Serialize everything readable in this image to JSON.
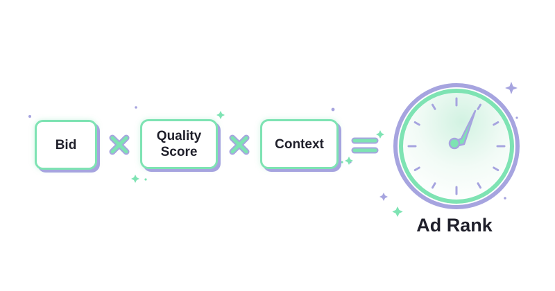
{
  "formula": {
    "terms": [
      {
        "id": "bid",
        "lines": [
          "Bid"
        ]
      },
      {
        "id": "quality-score",
        "lines": [
          "Quality",
          "Score"
        ]
      },
      {
        "id": "context",
        "lines": [
          "Context"
        ]
      }
    ],
    "operators": [
      "multiply",
      "multiply",
      "equals"
    ],
    "result": {
      "label": "Ad Rank",
      "icon": "speedometer-gauge-icon"
    }
  },
  "colors": {
    "mint": "#7ee3b3",
    "lavender": "#a6a4df",
    "text": "#1f1f2a",
    "gauge_fill": "#dff5e9"
  }
}
